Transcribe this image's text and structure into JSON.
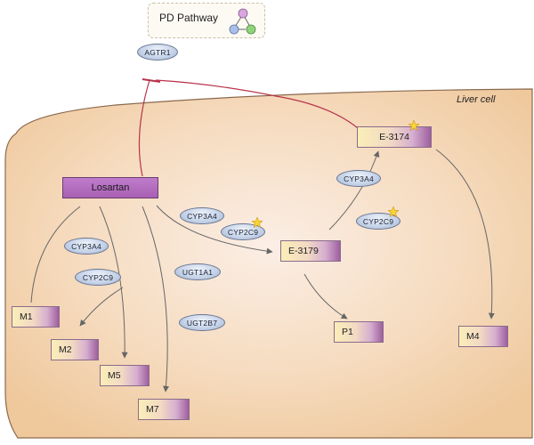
{
  "legend": {
    "label": "PD Pathway",
    "icon": "pathway-node-icon",
    "colors": {
      "top": "#d9a6e0",
      "left": "#a9bfe8",
      "right": "#8fd47a"
    }
  },
  "cell": {
    "label": "Liver cell",
    "fill": "#f2cfa8",
    "stroke": "#8b6a4e"
  },
  "receptor": {
    "label": "AGTR1"
  },
  "drug": {
    "label": "Losartan"
  },
  "metabolites": {
    "e3174": "E-3174",
    "e3179": "E-3179",
    "p1": "P1",
    "m1": "M1",
    "m2": "M2",
    "m4": "M4",
    "m5": "M5",
    "m7": "M7"
  },
  "enzymes": {
    "cyp3a4_mid": "CYP3A4",
    "cyp2c9_mid": "CYP2C9",
    "cyp3a4_right": "CYP3A4",
    "cyp2c9_right": "CYP2C9",
    "cyp3a4_left": "CYP3A4",
    "cyp2c9_left": "CYP2C9",
    "ugt1a1": "UGT1A1",
    "ugt2b7": "UGT2B7"
  },
  "colors": {
    "inhibition": "#b8334a",
    "arrow": "#666666"
  }
}
